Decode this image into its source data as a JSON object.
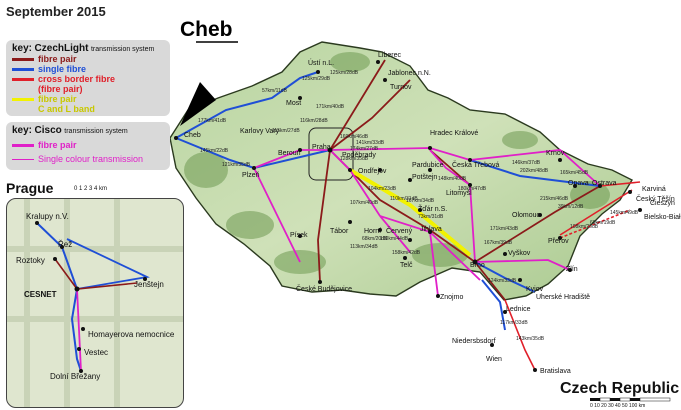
{
  "header": {
    "date": "September 2015",
    "cheb_callout": "Cheb"
  },
  "legend_czechlight": {
    "key_word": "key:",
    "system_name": "CzechLight",
    "system_suffix": "transmission system",
    "items": [
      {
        "label": "fibre pair",
        "color": "#8b1a1a"
      },
      {
        "label": "single fibre",
        "color": "#1f4fd6"
      },
      {
        "label": "cross border fibre",
        "sub": "(fibre pair)",
        "color": "#e0202a"
      },
      {
        "label": "fibre pair",
        "sub": "C and L band",
        "color": "#f2f200"
      }
    ]
  },
  "legend_cisco": {
    "key_word": "key:",
    "system_name": "Cisco",
    "system_suffix": "transmission system",
    "items": [
      {
        "label": "fibre pair",
        "color": "#e020c8"
      },
      {
        "label": "Single colour transmission",
        "color": "#e020c8"
      }
    ]
  },
  "prague_inset": {
    "title": "Prague",
    "scale": "0 1 2 3 4 km",
    "places": [
      "Kralupy n.V.",
      "Řež",
      "Roztoky",
      "CESNET",
      "Jenštejn",
      "Homayerova nemocnice",
      "Vestec",
      "Dolní Břežany"
    ]
  },
  "country": {
    "title": "Czech Republic",
    "scale": "0 10 20 30 40 50 100 km"
  },
  "cities": [
    "Ústí n.L.",
    "Liberec",
    "Jablonec n.N.",
    "Turnov",
    "Most",
    "Karlovy Vary",
    "Cheb",
    "Plzeň",
    "Beroun",
    "Praha",
    "Poděbrady",
    "Hradec Králové",
    "Pardubice",
    "Česká Třebová",
    "Litomyšl",
    "Ondřejov",
    "Potštejn",
    "Krnov",
    "Opava",
    "Ostrava",
    "Karviná",
    "Český Těšín",
    "Cieszyn",
    "Bielsko-Biała",
    "Olomouc",
    "Přerov",
    "Zlín",
    "Vyškov",
    "Kyjov",
    "Uherské Hradiště",
    "Brno",
    "Tábor",
    "Horní",
    "Červený",
    "Jihlava",
    "Žďár n.S.",
    "Telč",
    "Písek",
    "České Budějovice",
    "Znojmo",
    "Lednice",
    "Niedersbsdorf",
    "Wien",
    "Bratislava"
  ],
  "link_labels": [
    "177km/41dB",
    "57km/11dB",
    "125km/29dB",
    "125km/28dB",
    "171km/40dB",
    "115km/27dB",
    "116km/28dB",
    "145km/22dB",
    "121km/35dB",
    "169km/46dB",
    "141km/33dB",
    "174km/27dB",
    "128km/35dB",
    "104km/23dB",
    "107km/40dB",
    "110km/31dB",
    "167km/34dB",
    "73km/31dB",
    "68km/20dB",
    "113km/34dB",
    "160km/44dB",
    "158km/42dB",
    "148km/40dB",
    "180km/47dB",
    "146km/37dB",
    "202km/48dB",
    "165km/45dB",
    "215km/46dB",
    "39km/12dB",
    "108km/26dB",
    "69km/19dB",
    "145km/49dB",
    "171km/43dB",
    "167km/39dB",
    "124km/33dB",
    "117km/33dB",
    "143km/35dB"
  ]
}
